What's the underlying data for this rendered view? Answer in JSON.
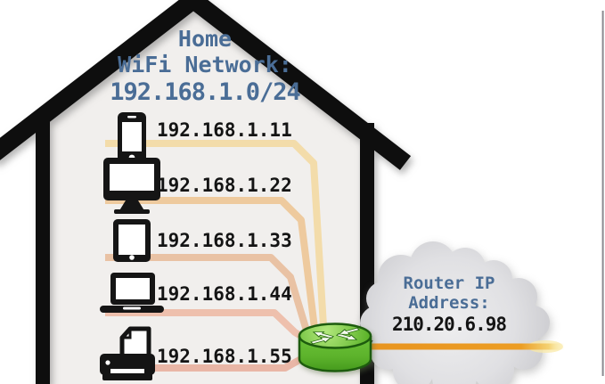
{
  "diagram": {
    "title": {
      "line1": "Home",
      "line2": "WiFi Network:",
      "subnet": "192.168.1.0/24"
    },
    "devices": [
      {
        "name": "smartphone",
        "ip": "192.168.1.11",
        "line_color": "#f3dcaa"
      },
      {
        "name": "desktop-computer",
        "ip": "192.168.1.22",
        "line_color": "#eeca9e"
      },
      {
        "name": "tablet",
        "ip": "192.168.1.33",
        "line_color": "#e9c2a4"
      },
      {
        "name": "laptop",
        "ip": "192.168.1.44",
        "line_color": "#eec0ad"
      },
      {
        "name": "printer",
        "ip": "192.168.1.55",
        "line_color": "#e9b6a6"
      }
    ],
    "internet": {
      "label_line1": "Router IP",
      "label_line2": "Address:",
      "router_ip": "210.20.6.98",
      "wan_line_color": "#e8941f"
    },
    "colors": {
      "label_blue": "#4a6d96",
      "device_text": "#141414",
      "house_fill": "#f1efed",
      "outline_black": "#0e0e0e",
      "cloud_gray": "#cfcfd3",
      "router_green": "#63bb30"
    }
  }
}
